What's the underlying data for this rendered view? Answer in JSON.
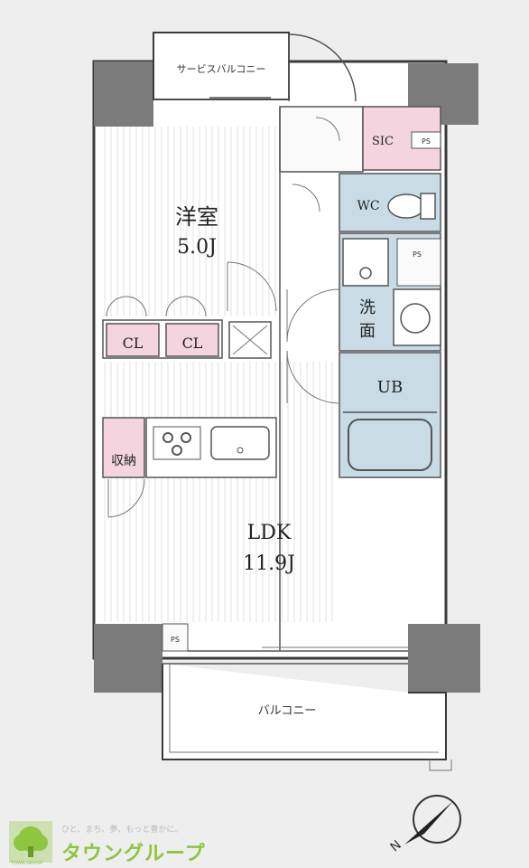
{
  "plan": {
    "rooms": {
      "western_room_name": "洋室",
      "western_room_size": "5.0J",
      "ldk_name": "LDK",
      "ldk_size": "11.9J",
      "closet_1": "CL",
      "closet_2": "CL",
      "storage": "収納",
      "sic": "SIC",
      "wc": "WC",
      "washroom_1": "洗",
      "washroom_2": "面",
      "unit_bath": "UB",
      "service_balcony": "サービスバルコニー",
      "balcony": "バルコニー"
    },
    "ps_labels": [
      "PS",
      "PS",
      "PS"
    ],
    "compass": "N"
  },
  "branding": {
    "tagline": "ひと、まち、夢、もっと豊かに。",
    "name": "タウングループ",
    "small_caption": "TOWN GROUP"
  },
  "colors": {
    "background": "#eeeeee",
    "wall": "#3a3a3a",
    "column": "#7b7b7b",
    "bath_blue": "#c9dce6",
    "closet_pink": "#f4d4de",
    "brand_green": "#8ec63f"
  }
}
